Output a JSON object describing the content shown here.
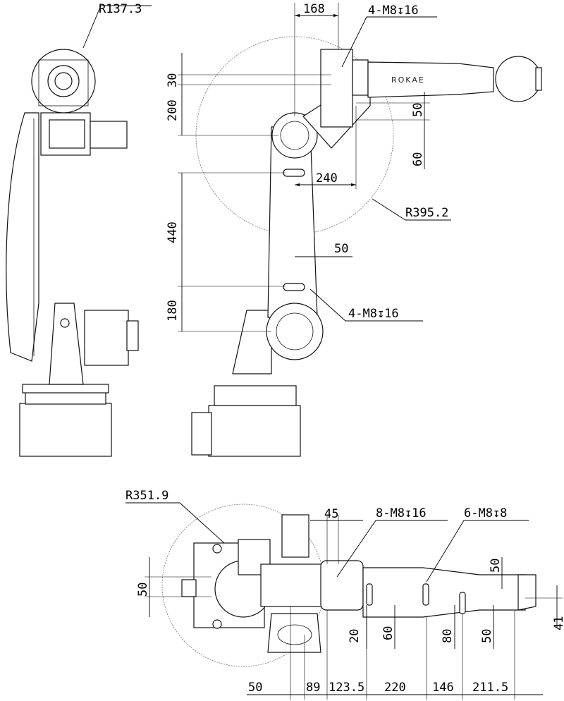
{
  "side_view": {
    "radius_label": "R137.3"
  },
  "front_view": {
    "dim_top": "168",
    "hole_label_top": "4-M8↧16",
    "logo": "ROKAE",
    "dim_30": "30",
    "dim_200": "200",
    "dim_50_right": "50",
    "dim_60": "60",
    "dim_240": "240",
    "radius_label": "R395.2",
    "dim_440": "440",
    "dim_50_mid": "50",
    "dim_180": "180",
    "hole_label_bottom": "4-M8↧16"
  },
  "top_view": {
    "radius_label": "R351.9",
    "dim_45": "45",
    "hole_label_1": "8-M8↧16",
    "hole_label_2": "6-M8↧8",
    "dim_50_left": "50",
    "dim_50_right_top": "50",
    "dim_20": "20",
    "dim_60": "60",
    "dim_80": "80",
    "dim_50_right_bottom": "50",
    "dim_41": "41",
    "bottom_dims": [
      "50",
      "89",
      "123.5",
      "220",
      "146",
      "211.5"
    ]
  }
}
